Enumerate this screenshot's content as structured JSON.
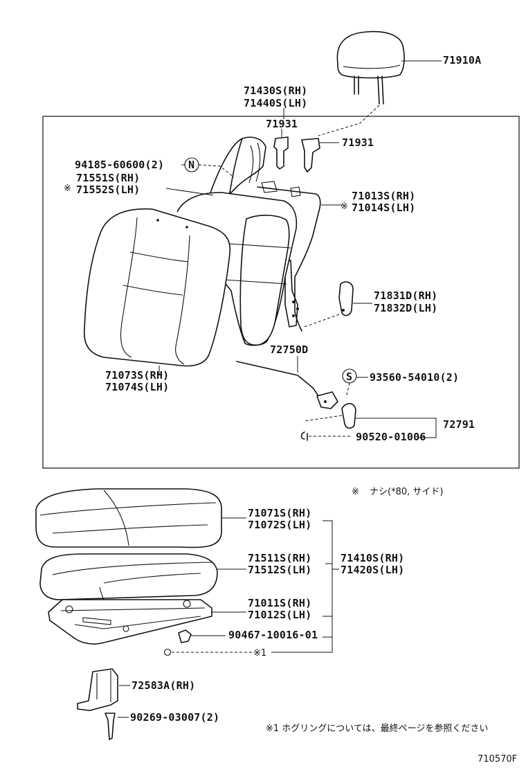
{
  "labels": {
    "headrest": "71910A",
    "support_rh": "71430S(RH)",
    "support_lh": "71440S(LH)",
    "guide_left": "71931",
    "guide_right": "71931",
    "hog_ring_clip": "94185-60600(2)",
    "clip_symbol": "N",
    "back_pad_rh": "71551S(RH)",
    "back_pad_lh": "71552S(LH)",
    "back_frame_rh": "71013S(RH)",
    "back_frame_lh": "71014S(LH)",
    "back_cover_rh": "71073S(RH)",
    "back_cover_lh": "71074S(LH)",
    "cover_rh_2": "71831D(RH)",
    "cover_lh_2": "71832D(LH)",
    "cable": "72750D",
    "screw_symbol": "S",
    "screw": "93560-54010(2)",
    "lever": "72791",
    "ring": "90520-01006",
    "note_not_avail": "ナシ(*80, サイド)",
    "cushion_cover_rh": "71071S(RH)",
    "cushion_cover_lh": "71072S(LH)",
    "cushion_pad_rh": "71511S(RH)",
    "cushion_pad_lh": "71512S(LH)",
    "cushion_assy_rh": "71410S(RH)",
    "cushion_assy_lh": "71420S(LH)",
    "cushion_frame_rh": "71011S(RH)",
    "cushion_frame_lh": "71012S(LH)",
    "clip": "90467-10016-01",
    "hog_ring_ref": "※1",
    "bracket": "72583A(RH)",
    "bolt": "90269-03007(2)",
    "footnote": "※1  ホグリングについては、最終ページを参照ください",
    "diagram_id": "710570F",
    "mark": "※"
  }
}
